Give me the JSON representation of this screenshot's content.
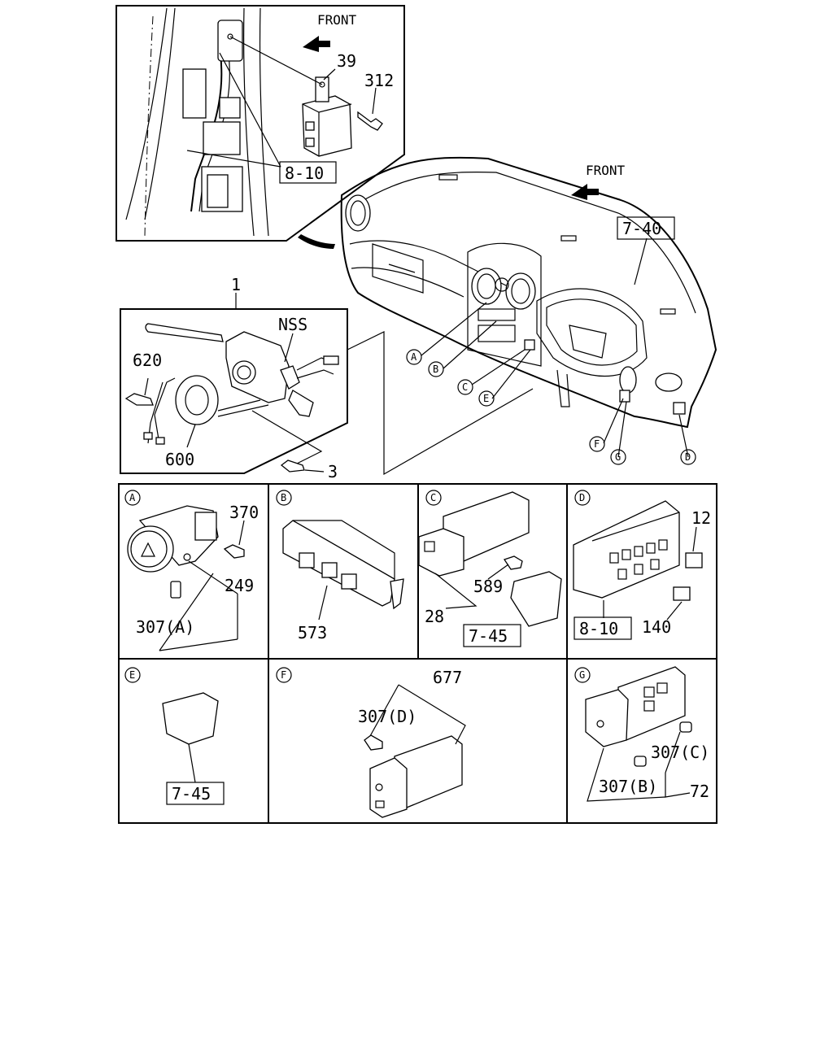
{
  "front_labels": [
    "FRONT",
    "FRONT"
  ],
  "ref_boxes": {
    "top_left": "8-10",
    "dashboard": "7-40",
    "panel_c": "7-45",
    "panel_d": "8-10",
    "panel_e": "7-45"
  },
  "top_parts": {
    "p39": "39",
    "p312": "312",
    "p1": "1",
    "nss": "NSS",
    "p620": "620",
    "p600": "600",
    "p3": "3"
  },
  "callouts": [
    "A",
    "B",
    "C",
    "D",
    "E",
    "F",
    "G"
  ],
  "panels": {
    "a": {
      "letter": "A",
      "p370": "370",
      "p249": "249",
      "p307": "307(A)"
    },
    "b": {
      "letter": "B",
      "p573": "573"
    },
    "c": {
      "letter": "C",
      "p589": "589",
      "p28": "28"
    },
    "d": {
      "letter": "D",
      "p12": "12",
      "p140": "140"
    },
    "e": {
      "letter": "E"
    },
    "f": {
      "letter": "F",
      "p677": "677",
      "p307": "307(D)"
    },
    "g": {
      "letter": "G",
      "p307c": "307(C)",
      "p307b": "307(B)",
      "p72": "72"
    }
  }
}
